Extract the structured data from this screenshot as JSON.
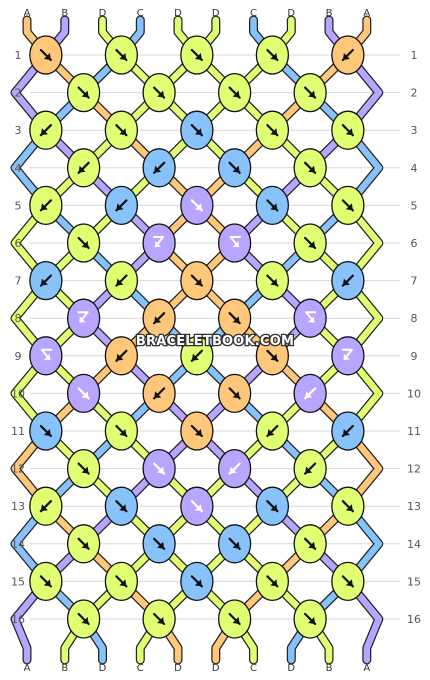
{
  "pattern": {
    "colors": {
      "A": "#FFC77A",
      "B": "#B8A5FF",
      "C": "#88C2FA",
      "D": "#E1FF73"
    },
    "strings": [
      "A",
      "B",
      "D",
      "C",
      "D",
      "D",
      "C",
      "D",
      "B",
      "A"
    ],
    "bottom_strings": [
      "A",
      "B",
      "D",
      "C",
      "D",
      "D",
      "C",
      "D",
      "B",
      "A"
    ],
    "row_numbers": [
      "1",
      "2",
      "3",
      "4",
      "5",
      "6",
      "7",
      "8",
      "9",
      "10",
      "11",
      "12",
      "13",
      "14",
      "15",
      "16"
    ],
    "knot_rows": [
      [
        [
          "A",
          "f"
        ],
        [
          "D",
          "f"
        ],
        [
          "D",
          "f"
        ],
        [
          "D",
          "f"
        ],
        [
          "A",
          "b"
        ]
      ],
      [
        [
          "D",
          "f"
        ],
        [
          "D",
          "f"
        ],
        [
          "D",
          "f"
        ],
        [
          "D",
          "f"
        ]
      ],
      [
        [
          "D",
          "b"
        ],
        [
          "D",
          "f"
        ],
        [
          "C",
          "f"
        ],
        [
          "D",
          "f"
        ],
        [
          "D",
          "f"
        ]
      ],
      [
        [
          "D",
          "b"
        ],
        [
          "C",
          "b"
        ],
        [
          "C",
          "f"
        ],
        [
          "D",
          "f"
        ]
      ],
      [
        [
          "D",
          "b"
        ],
        [
          "C",
          "b"
        ],
        [
          "B",
          "f"
        ],
        [
          "C",
          "f"
        ],
        [
          "D",
          "f"
        ]
      ],
      [
        [
          "D",
          "f"
        ],
        [
          "B",
          "fb"
        ],
        [
          "B",
          "bf"
        ],
        [
          "D",
          "f"
        ]
      ],
      [
        [
          "C",
          "b"
        ],
        [
          "D",
          "b"
        ],
        [
          "A",
          "f"
        ],
        [
          "D",
          "f"
        ],
        [
          "C",
          "b"
        ]
      ],
      [
        [
          "B",
          "fb"
        ],
        [
          "A",
          "b"
        ],
        [
          "A",
          "f"
        ],
        [
          "B",
          "bf"
        ]
      ],
      [
        [
          "B",
          "bf"
        ],
        [
          "A",
          "b"
        ],
        [
          "D",
          "b"
        ],
        [
          "A",
          "f"
        ],
        [
          "B",
          "fb"
        ]
      ],
      [
        [
          "B",
          "f"
        ],
        [
          "A",
          "b"
        ],
        [
          "A",
          "f"
        ],
        [
          "B",
          "b"
        ]
      ],
      [
        [
          "C",
          "f"
        ],
        [
          "D",
          "f"
        ],
        [
          "A",
          "f"
        ],
        [
          "D",
          "b"
        ],
        [
          "C",
          "b"
        ]
      ],
      [
        [
          "D",
          "f"
        ],
        [
          "B",
          "f"
        ],
        [
          "B",
          "b"
        ],
        [
          "D",
          "b"
        ]
      ],
      [
        [
          "D",
          "b"
        ],
        [
          "C",
          "f"
        ],
        [
          "B",
          "f"
        ],
        [
          "C",
          "f"
        ],
        [
          "D",
          "f"
        ]
      ],
      [
        [
          "D",
          "f"
        ],
        [
          "C",
          "f"
        ],
        [
          "C",
          "f"
        ],
        [
          "D",
          "f"
        ]
      ],
      [
        [
          "D",
          "f"
        ],
        [
          "D",
          "f"
        ],
        [
          "C",
          "f"
        ],
        [
          "D",
          "f"
        ],
        [
          "D",
          "f"
        ]
      ],
      [
        [
          "D",
          "f"
        ],
        [
          "D",
          "f"
        ],
        [
          "D",
          "f"
        ],
        [
          "D",
          "f"
        ]
      ]
    ],
    "watermark": "BRACELETBOOK.COM"
  }
}
